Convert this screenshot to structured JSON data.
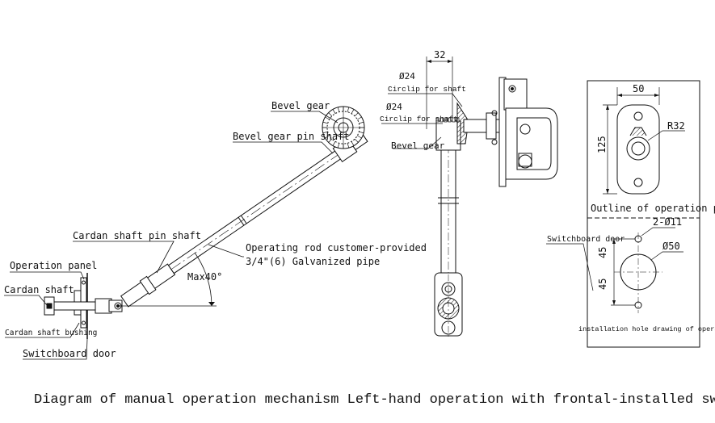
{
  "caption": "Diagram of manual operation mechanism  Left-hand operation with frontal-installed switch",
  "left_view": {
    "labels": {
      "bevel_gear": "Bevel gear",
      "bevel_gear_pin_shaft": "Bevel gear pin shaft",
      "cardan_shaft_pin_shaft": "Cardan shaft pin shaft",
      "operating_rod_line1": "Operating rod customer-provided",
      "operating_rod_line2": "3/4\"(6) Galvanized pipe",
      "max_angle": "Max40°",
      "operation_panel": "Operation panel",
      "cardan_shaft": "Cardan shaft",
      "cardan_shaft_bushing": "Cardan shaft bushing",
      "switchboard_door": "Switchboard door"
    }
  },
  "middle_view": {
    "dim_width": "32",
    "labels": {
      "dia24_top": "Ø24",
      "circlip_top": "Circlip for shaft",
      "dia24_mid": "Ø24",
      "circlip_mid": "Circlip for shaft",
      "bevel_gear": "Bevel gear"
    }
  },
  "right_view": {
    "outline": {
      "dim_width": "50",
      "dim_height": "125",
      "radius": "R32",
      "title": "Outline of operation panel"
    },
    "install": {
      "holes": "2-Ø11",
      "dia": "Ø50",
      "dim_top": "45",
      "dim_bottom": "45",
      "switchboard_door": "Switchboard door",
      "title": "installation hole drawing of operation panel"
    }
  }
}
